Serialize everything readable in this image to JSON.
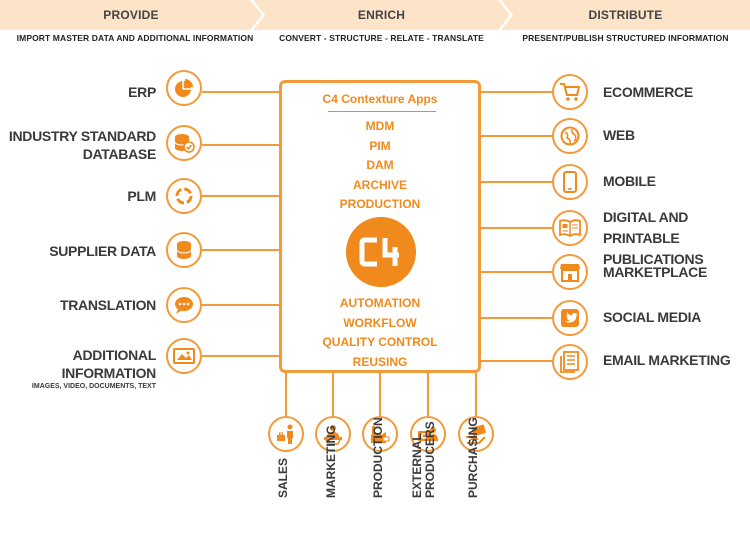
{
  "colors": {
    "accent": "#f08a1c",
    "line": "#f39a3a",
    "text": "#3a3a3a",
    "phase_bg": "#fde3c8"
  },
  "phases": [
    {
      "title": "PROVIDE",
      "subtitle": "IMPORT MASTER DATA AND ADDITIONAL INFORMATION"
    },
    {
      "title": "ENRICH",
      "subtitle": "CONVERT - STRUCTURE - RELATE - TRANSLATE"
    },
    {
      "title": "DISTRIBUTE",
      "subtitle": "PRESENT/PUBLISH STRUCTURED INFORMATION"
    }
  ],
  "sources": [
    {
      "label": "ERP",
      "icon": "pie-chart-icon"
    },
    {
      "label": "INDUSTRY STANDARD",
      "label2": "DATABASE",
      "icon": "database-check-icon"
    },
    {
      "label": "PLM",
      "icon": "cycle-arrows-icon"
    },
    {
      "label": "SUPPLIER DATA",
      "icon": "database-icon"
    },
    {
      "label": "TRANSLATION",
      "icon": "speech-bubble-icon"
    },
    {
      "label": "ADDITIONAL INFORMATION",
      "sublabel": "IMAGES, VIDEO, DOCUMENTS, TEXT",
      "icon": "image-icon"
    }
  ],
  "center": {
    "title": "C4 Contexture Apps",
    "apps": [
      "MDM",
      "PIM",
      "DAM",
      "ARCHIVE",
      "PRODUCTION"
    ],
    "logo": "C4",
    "features": [
      "AUTOMATION",
      "WORKFLOW",
      "QUALITY CONTROL",
      "REUSING"
    ]
  },
  "outputs": [
    {
      "label": "ECOMMERCE",
      "icon": "shopping-cart-icon"
    },
    {
      "label": "WEB",
      "icon": "globe-icon"
    },
    {
      "label": "MOBILE",
      "icon": "smartphone-icon"
    },
    {
      "label": "DIGITAL AND PRINTABLE",
      "label2": "PUBLICATIONS",
      "icon": "open-book-icon"
    },
    {
      "label": "MARKETPLACE",
      "icon": "storefront-icon"
    },
    {
      "label": "SOCIAL MEDIA",
      "icon": "twitter-bird-icon"
    },
    {
      "label": "EMAIL MARKETING",
      "icon": "newsletter-icon"
    }
  ],
  "departments": [
    {
      "label": "SALES",
      "icon": "sales-person-icon"
    },
    {
      "label": "MARKETING",
      "icon": "marketing-desk-icon"
    },
    {
      "label": "PRODUCTION",
      "icon": "factory-icon"
    },
    {
      "label": "EXTERNAL",
      "label2": "PRODUCERS",
      "icon": "camera-producer-icon"
    },
    {
      "label": "PURCHASING",
      "icon": "hand-card-icon"
    }
  ]
}
